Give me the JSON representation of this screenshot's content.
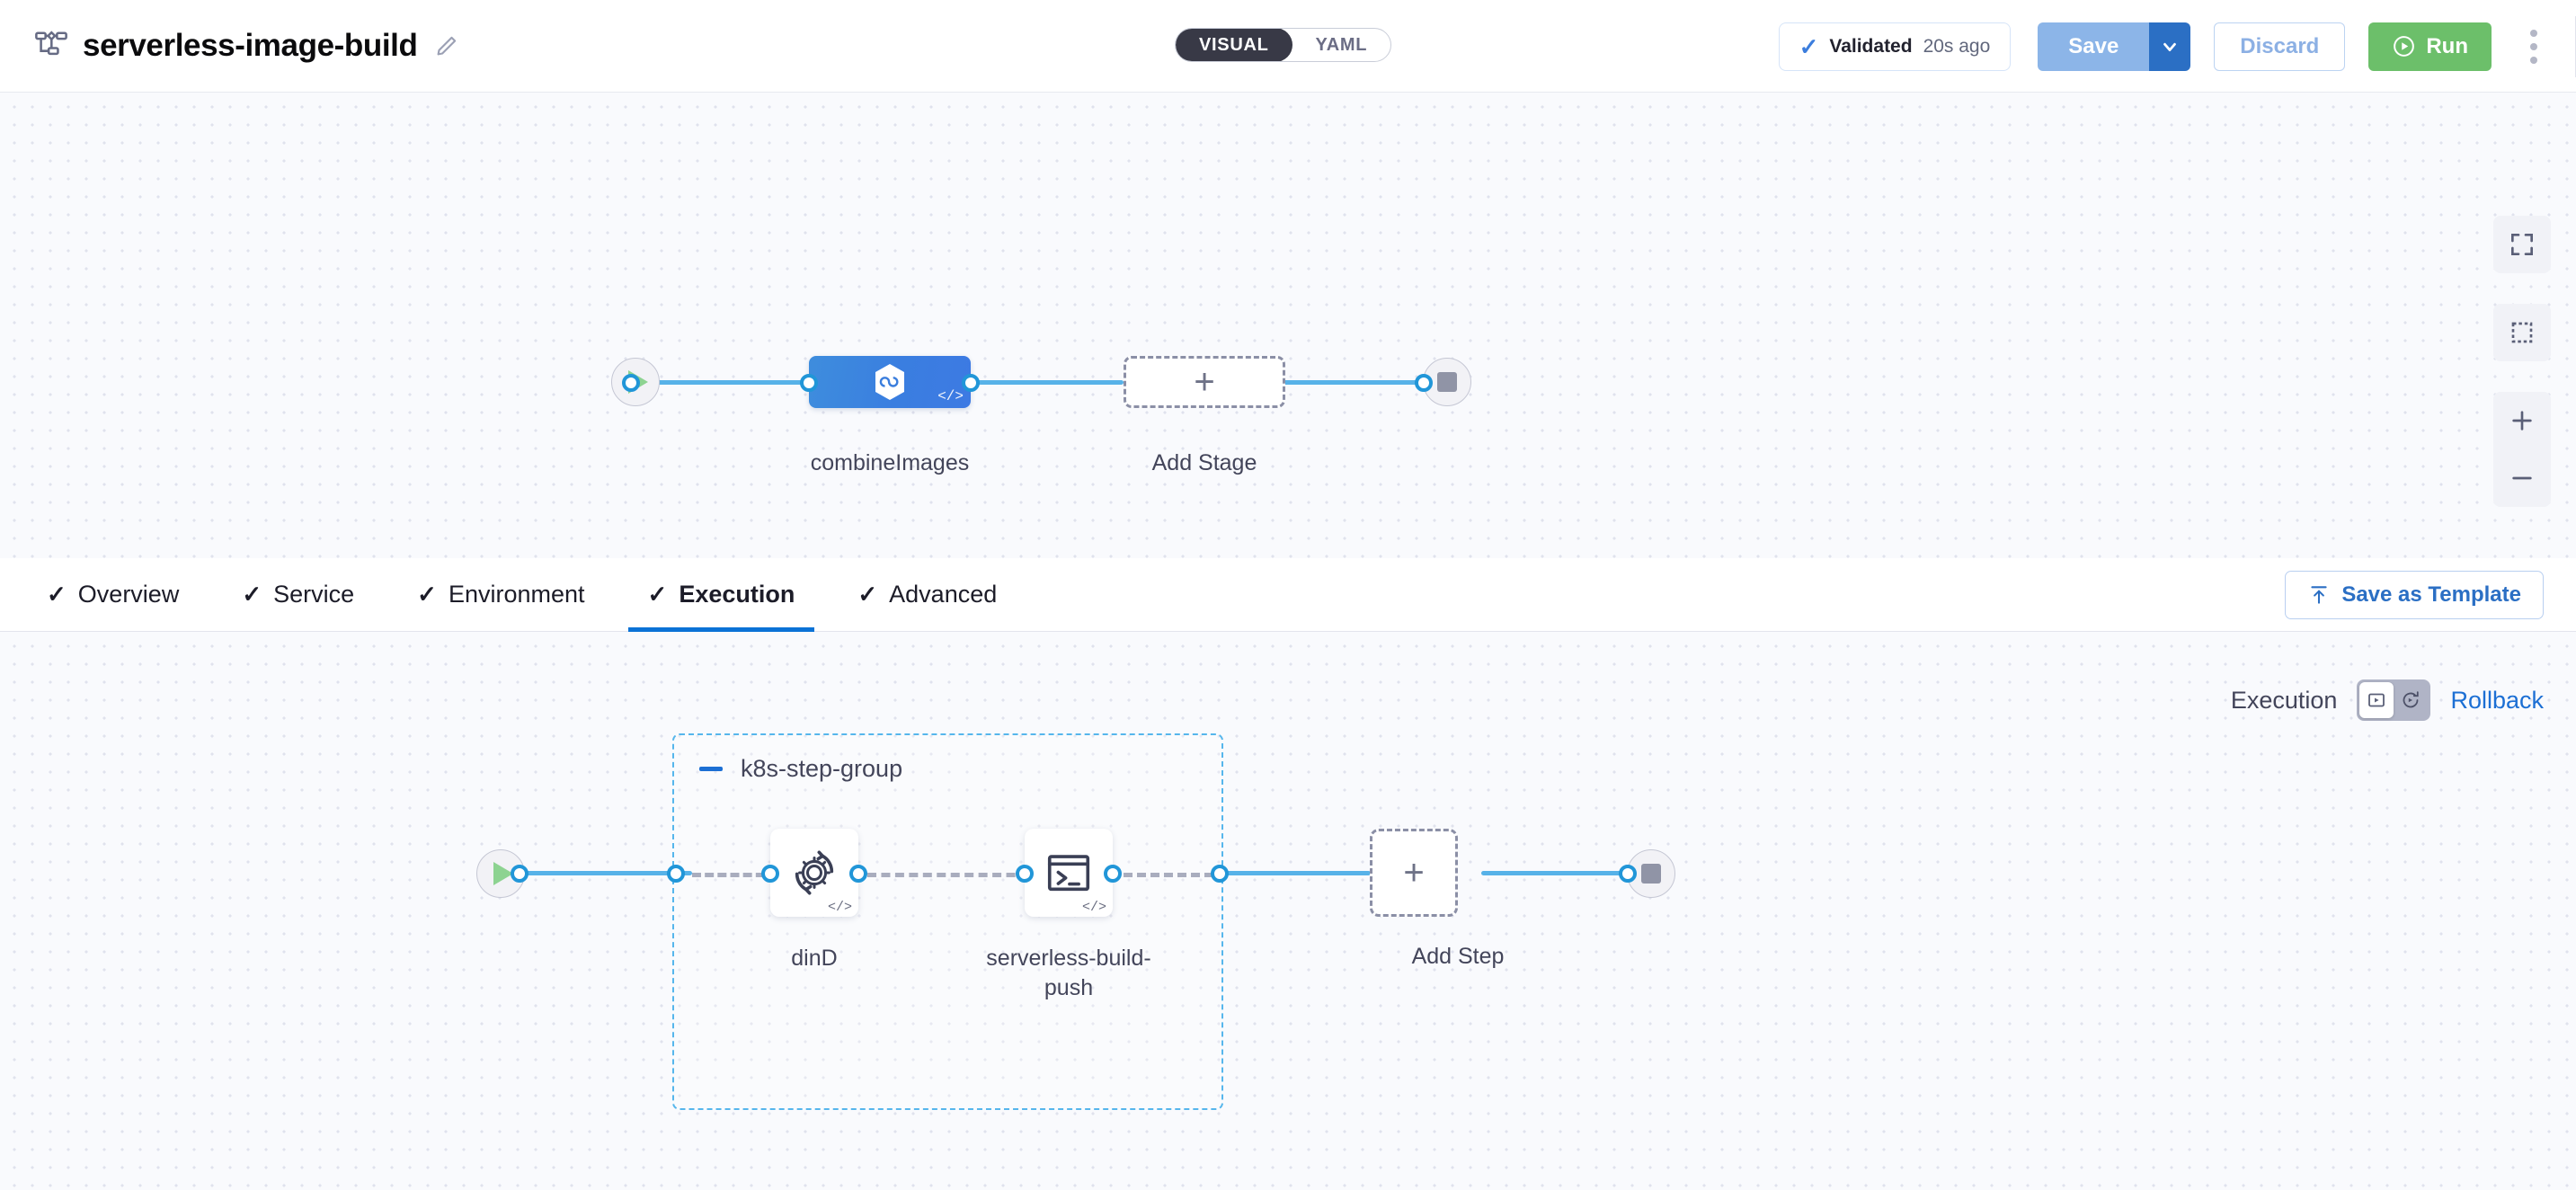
{
  "header": {
    "pipeline_icon": "pipeline-icon",
    "title": "serverless-image-build",
    "edit_icon": "edit-pencil-icon",
    "view_toggle": {
      "options": [
        "VISUAL",
        "YAML"
      ],
      "selected": "VISUAL"
    },
    "validation": {
      "check_icon": "check-icon",
      "status": "Validated",
      "time": "20s ago"
    },
    "save": {
      "label": "Save",
      "caret_icon": "chevron-down-icon"
    },
    "discard": {
      "label": "Discard"
    },
    "run": {
      "label": "Run",
      "icon": "play-circle-icon"
    },
    "more_menu_icon": "vertical-kebab-icon"
  },
  "stage_graph": {
    "start_node": {
      "icon": "play-icon",
      "name": "pipeline-start"
    },
    "end_node": {
      "icon": "stop-icon",
      "name": "pipeline-end"
    },
    "stages": [
      {
        "label": "combineImages",
        "icon": "ci-hexagon-infinity-icon",
        "badge": "</>",
        "type": "CI"
      }
    ],
    "add_stage": {
      "label": "Add Stage",
      "icon": "plus-icon"
    }
  },
  "canvas_controls": [
    {
      "name": "fit-to-screen-button",
      "icon": "fit-screen-icon"
    },
    {
      "name": "selection-box-button",
      "icon": "dashed-square-icon"
    },
    {
      "name": "zoom-in-button",
      "icon": "plus-icon"
    },
    {
      "name": "zoom-out-button",
      "icon": "minus-icon"
    }
  ],
  "tabs": [
    {
      "label": "Overview",
      "check": "✓",
      "active": false
    },
    {
      "label": "Service",
      "check": "✓",
      "active": false
    },
    {
      "label": "Environment",
      "check": "✓",
      "active": false
    },
    {
      "label": "Execution",
      "check": "✓",
      "active": true
    },
    {
      "label": "Advanced",
      "check": "✓",
      "active": false
    }
  ],
  "save_as_template": {
    "label": "Save as Template",
    "icon": "upload-template-icon"
  },
  "execution_panel": {
    "execution_label": "Execution",
    "rollback_label": "Rollback",
    "toggle": {
      "execution_icon": "execution-view-icon",
      "rollback_icon": "rollback-view-icon",
      "selected": "execution"
    }
  },
  "step_graph": {
    "start_node": {
      "icon": "play-icon",
      "name": "execution-start"
    },
    "end_node": {
      "icon": "stop-icon",
      "name": "execution-end"
    },
    "step_group": {
      "title": "k8s-step-group",
      "collapse_icon": "minus-icon",
      "steps": [
        {
          "label": "dinD",
          "icon": "gear-rotate-icon",
          "badge": "</>"
        },
        {
          "label": "serverless-build-push",
          "icon": "terminal-icon",
          "badge": "</>"
        }
      ]
    },
    "add_step": {
      "label": "Add Step",
      "icon": "plus-icon"
    }
  },
  "colors": {
    "accent_blue": "#2b6fc4",
    "connector_blue": "#57b2e8",
    "stage_blue": "#3a7ee0",
    "run_green": "#6cbf6a",
    "group_border": "#56b6ec",
    "canvas_bg": "#f9fafd"
  }
}
